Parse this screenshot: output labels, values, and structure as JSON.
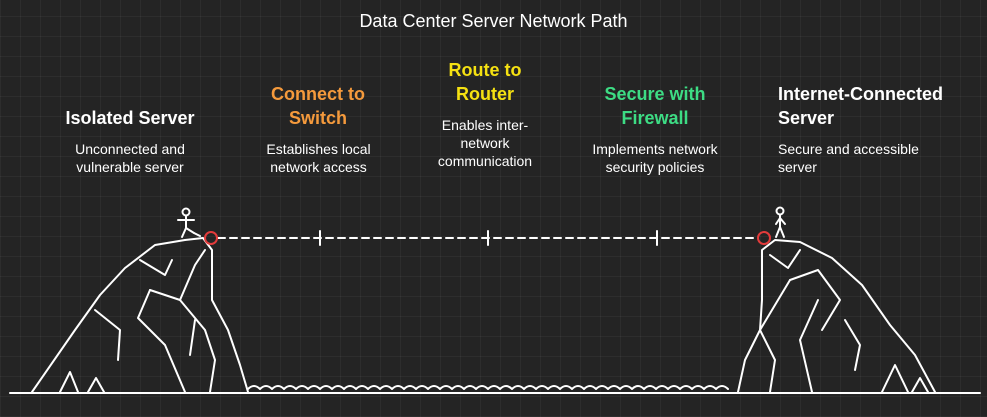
{
  "title": "Data Center Server Network Path",
  "colors": {
    "background": "#242424",
    "line": "#ffffff",
    "orange": "#f59a3c",
    "yellow": "#f5e112",
    "green": "#3ddc84",
    "endpoint": "#e23b3b"
  },
  "stages": [
    {
      "label": "Isolated Server",
      "color": "#ffffff",
      "description": "Unconnected and vulnerable server"
    },
    {
      "label": "Connect to Switch",
      "color": "#f59a3c",
      "description": "Establishes local network access"
    },
    {
      "label": "Route to Router",
      "color": "#f5e112",
      "description": "Enables inter-network communication"
    },
    {
      "label": "Secure with Firewall",
      "color": "#3ddc84",
      "description": "Implements network security policies"
    },
    {
      "label": "Internet-Connected Server",
      "color": "#ffffff",
      "description": "Secure and accessible server"
    }
  ],
  "icons": {
    "left_figure": "stick-figure-icon",
    "right_figure": "stick-figure-icon",
    "start_marker": "circle-marker-icon",
    "end_marker": "circle-marker-icon"
  }
}
